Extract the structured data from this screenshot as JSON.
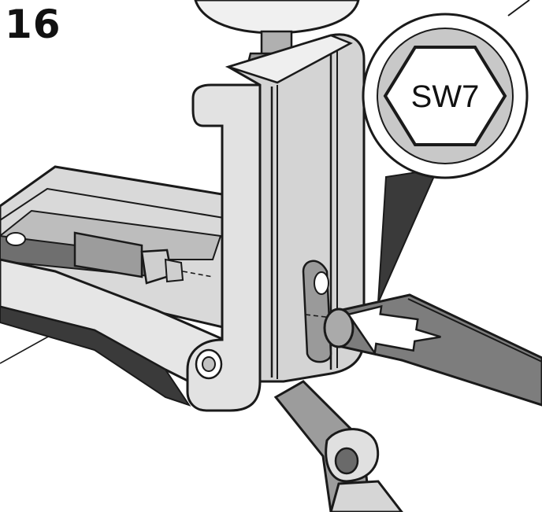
{
  "step": {
    "number": "16"
  },
  "callout": {
    "wrench_size": "SW7",
    "shape": "hexagon"
  },
  "colors": {
    "outline": "#1a1a1a",
    "body_light": "#e3e3e3",
    "body_mid": "#c6c6c6",
    "body_dark": "#8f8f8f",
    "tool": "#7d7d7d",
    "arrow": "#ffffff"
  },
  "icons": [
    "hex-socket-icon",
    "insert-arrow-icon"
  ]
}
